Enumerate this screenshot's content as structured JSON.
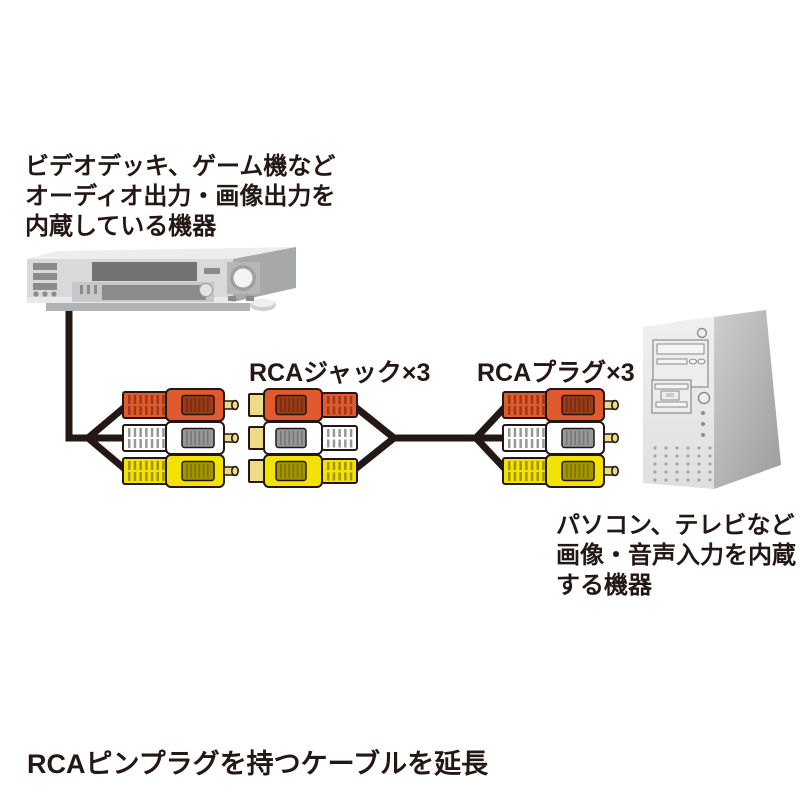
{
  "left_device_label": {
    "lines": [
      "ビデオデッキ、ゲーム機など",
      "オーディオ出力・画像出力を",
      "内蔵している機器"
    ]
  },
  "connector_labels": {
    "jack": "RCAジャック×3",
    "plug": "RCAプラグ×3"
  },
  "right_device_label": {
    "lines": [
      "パソコン、テレビなど",
      "画像・音声入力を内蔵",
      "する機器"
    ]
  },
  "caption": "RCAピンプラグを持つケーブルを延長",
  "diagram": {
    "left_device": "vcr-video-deck-illustration",
    "right_device": "pc-tower-illustration",
    "left_plugs": [
      "red",
      "white",
      "yellow"
    ],
    "middle_jacks": [
      "red",
      "white",
      "yellow"
    ],
    "right_plugs": [
      "red",
      "white",
      "yellow"
    ]
  },
  "colors": {
    "ink": "#231815",
    "red": "#E05A2E",
    "red_dark": "#993A18",
    "white": "#FFFFFF",
    "white_dark": "#97989A",
    "yellow": "#F2E205",
    "yellow_dark": "#A39400",
    "gold": "#EDDC85"
  }
}
